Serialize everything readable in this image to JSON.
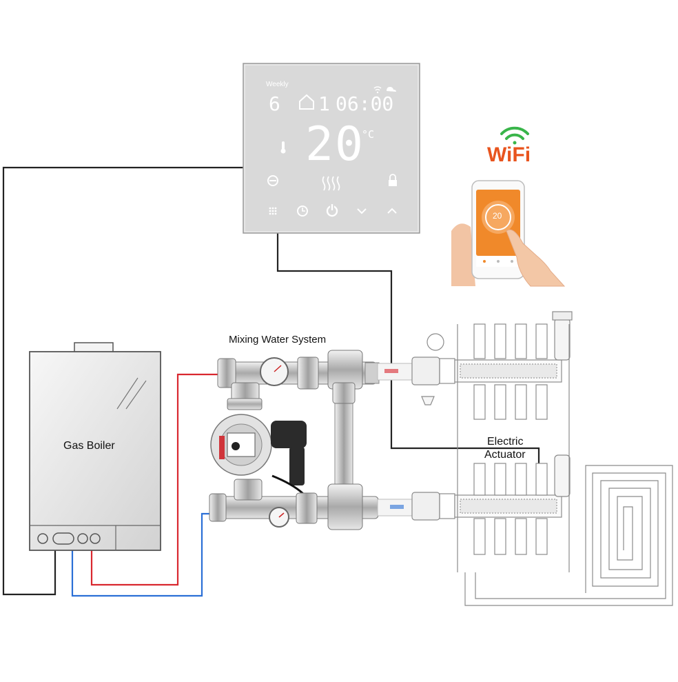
{
  "thermostat": {
    "mode_label": "Weekly",
    "day": "6",
    "program_number": "1",
    "time": "06:00",
    "temperature": "20",
    "unit": "°C"
  },
  "wifi": {
    "label": "WiFi"
  },
  "phone": {
    "temperature": "20"
  },
  "labels": {
    "mixing": "Mixing Water System",
    "boiler": "Gas Boiler",
    "actuator_line1": "Electric",
    "actuator_line2": "Actuator"
  },
  "colors": {
    "supply_pipe": "#d9272e",
    "return_pipe": "#2a6fd6",
    "control_wire": "#222222",
    "phone_screen": "#f0892a",
    "wifi_arcs": "#39b54a",
    "wifi_text": "#e8541e"
  }
}
